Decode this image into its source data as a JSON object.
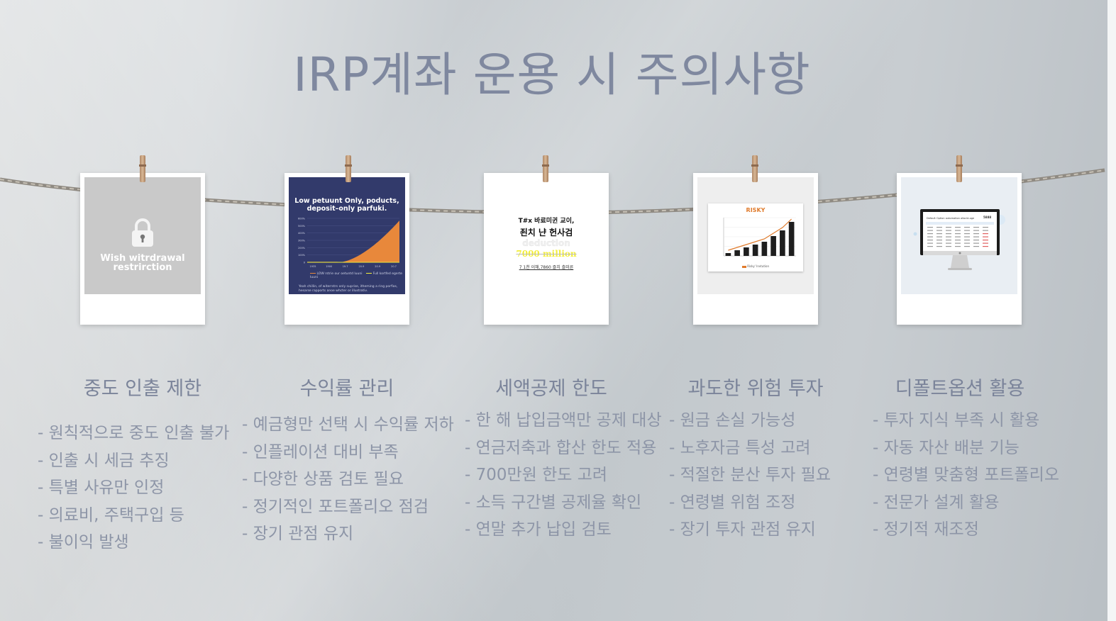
{
  "page": {
    "title": "IRP계좌 운용 시 주의사항"
  },
  "cards": [
    {
      "image_text": [
        "Wish witrdrawal",
        "restrirction"
      ],
      "image_icon": "lock-icon",
      "heading": "중도 인출 제한",
      "bullets": [
        "- 원칙적으로 중도 인출 불가",
        "- 인출 시 세금 추징",
        "- 특별 사유만 인정",
        "- 의료비, 주택구입 등",
        "- 불이익 발생"
      ]
    },
    {
      "image_text": [
        "Low petuunt Only, poducts,",
        "deposit–only parfuki."
      ],
      "image_note": "Yeah chillin, of witerrstrs only suprise, itheming a ring porfios, hesarse rapports anoe whcter or illustrativ.",
      "image_legend": [
        "LOW rstrie our oetuntd  luuni",
        "Full kortfed egerte luuni"
      ],
      "image_years": [
        "1935",
        "1900",
        "19.7",
        "20.9",
        "20.9",
        "20.7"
      ],
      "image_yticks": [
        "600%",
        "500%",
        "400%",
        "300%",
        "200%",
        "100%",
        "0"
      ],
      "heading": "수익률 관리",
      "bullets": [
        "- 예금형만 선택 시 수익률 저하",
        "- 인플레이션 대비 부족",
        "- 다양한 상품 검토 필요",
        "- 정기적인 포트폴리오 점검",
        "- 장기 관점 유지"
      ]
    },
    {
      "image_text": [
        "T#x 바료미귄 교이,",
        "죈치 냔 헌사검",
        "deduction",
        "7000 million",
        "7 1천 이해,7860 즐치 츨미른"
      ],
      "heading": "세액공제 한도",
      "bullets": [
        "- 한 해 납입금액만 공제 대상",
        "- 연금저축과 합산 한도 적용",
        "- 700만원 한도 고려",
        "- 소득 구간별 공제율 확인",
        "- 연말 추가 납입 검토"
      ]
    },
    {
      "image_text": [
        "RISKY",
        "Risky' Invtution"
      ],
      "image_values": [
        1,
        2,
        3,
        4,
        5,
        7,
        9,
        12
      ],
      "heading": "과도한 위험 투자",
      "bullets": [
        "- 원금 손실 가능성",
        "- 노후자금 특성 고려",
        "- 적절한 분산 투자 필요",
        "- 연령별 위험 조정",
        "- 장기 투자 관점 유지"
      ]
    },
    {
      "image_text": [
        "Default Option automation allocld-oge",
        "5888"
      ],
      "image_icon": "monitor-icon",
      "heading": "디폴트옵션 활용",
      "bullets": [
        "- 투자 지식 부족 시 활용",
        "- 자동 자산 배분 기능",
        "- 연령별 맞춤형 포트폴리오",
        "- 전문가 설계 활용",
        "- 정기적 재조정"
      ]
    }
  ],
  "colors": {
    "title": "#7f889f",
    "heading": "#7b849a",
    "bullet": "#8d95a7",
    "chart_navy": "#323a6b",
    "chart_orange": "#e8883b",
    "risk_orange": "#e07b2c"
  }
}
